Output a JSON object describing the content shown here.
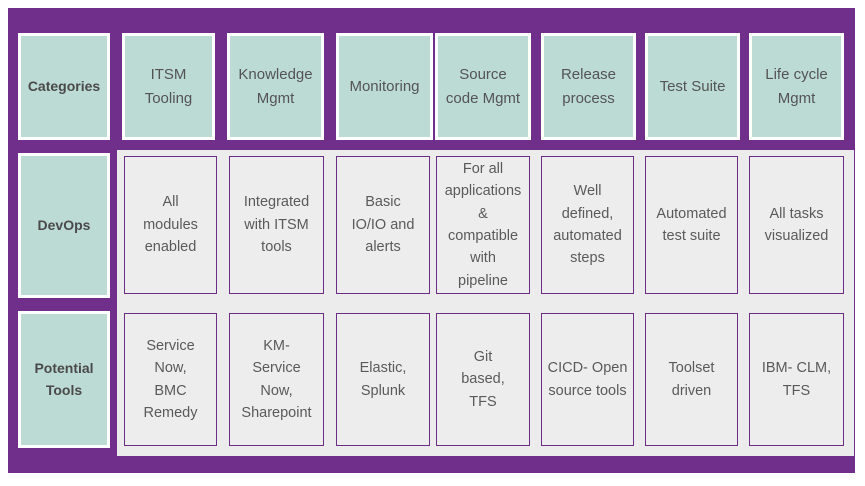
{
  "theme": {
    "canvas_purple": "#702F8A",
    "header_teal": "#BCDBD4",
    "body_grey": "#EDEDED",
    "panel_grey": "#ECECEC",
    "cell_border_purple": "#6B2E84",
    "header_text": "#545454",
    "body_text": "#5a5a5a"
  },
  "matrix": {
    "corner_label": "Categories",
    "columns": [
      "ITSM\nTooling",
      "Knowledge\nMgmt",
      "Monitoring",
      "Source\ncode Mgmt",
      "Release\nprocess",
      "Test Suite",
      "Life cycle\nMgmt"
    ],
    "rows": [
      {
        "label": "DevOps",
        "cells": [
          "All\nmodules\nenabled",
          "Integrated\nwith ITSM\ntools",
          "Basic\nIO/IO and\nalerts",
          "For all\napplications\n&\ncompatible\nwith\npipeline",
          "Well\ndefined,\nautomated\nsteps",
          "Automated\ntest suite",
          "All tasks\nvisualized"
        ]
      },
      {
        "label": "Potential\nTools",
        "cells": [
          "Service\nNow,\nBMC\nRemedy",
          "KM-\nService\nNow,\nSharepoint",
          "Elastic,\nSplunk",
          "Git\nbased,\nTFS",
          "CICD- Open\nsource tools",
          "Toolset\ndriven",
          "IBM- CLM,\nTFS"
        ]
      }
    ]
  }
}
